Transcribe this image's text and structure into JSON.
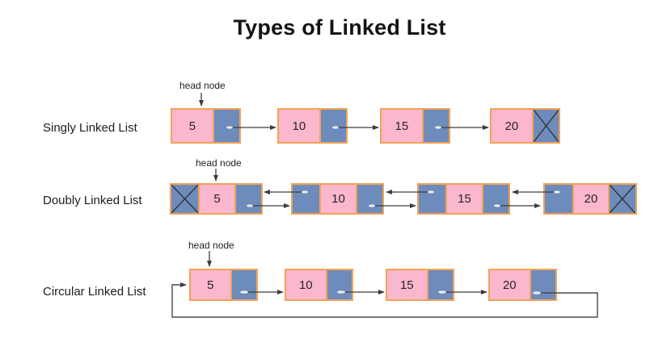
{
  "title": "Types of Linked List",
  "colors": {
    "data_box": "#fab7cd",
    "pointer_box": "#6d8cbc",
    "node_border": "#f2a257",
    "arrow": "#3d3d3d"
  },
  "rows": [
    {
      "label": "Singly Linked List",
      "head_label": "head node",
      "values": [
        "5",
        "10",
        "15",
        "20"
      ],
      "null_pointer": "tail-next"
    },
    {
      "label": "Doubly Linked List",
      "head_label": "head node",
      "values": [
        "5",
        "10",
        "15",
        "20"
      ],
      "null_pointer": "head-prev-and-tail-next"
    },
    {
      "label": "Circular Linked List",
      "head_label": "head node",
      "values": [
        "5",
        "10",
        "15",
        "20"
      ],
      "null_pointer": "none-loops-to-head"
    }
  ]
}
